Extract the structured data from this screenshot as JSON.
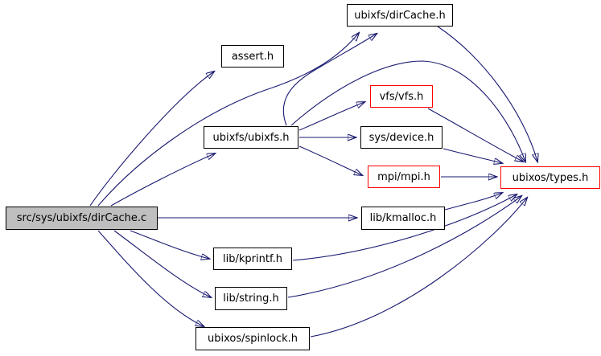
{
  "diagram": {
    "type": "include-dependency-graph",
    "description": "Doxygen include graph for src/sys/ubixfs/dirCache.c",
    "colors": {
      "edge": "#191970",
      "node_border": "#000000",
      "truncated_node_border": "#ff0000",
      "root_fill": "#bfbfbf",
      "node_fill": "#ffffff",
      "background": "#ffffff",
      "text": "#000000"
    },
    "nodes": {
      "dircache_c": {
        "label": "src/sys/ubixfs/dirCache.c",
        "style": "root"
      },
      "dircache_h": {
        "label": "ubixfs/dirCache.h",
        "style": "default"
      },
      "assert_h": {
        "label": "assert.h",
        "style": "default"
      },
      "vfs_h": {
        "label": "vfs/vfs.h",
        "style": "truncated"
      },
      "ubixfs_h": {
        "label": "ubixfs/ubixfs.h",
        "style": "default"
      },
      "device_h": {
        "label": "sys/device.h",
        "style": "default"
      },
      "mpi_h": {
        "label": "mpi/mpi.h",
        "style": "truncated"
      },
      "types_h": {
        "label": "ubixos/types.h",
        "style": "truncated"
      },
      "kmalloc_h": {
        "label": "lib/kmalloc.h",
        "style": "default"
      },
      "kprintf_h": {
        "label": "lib/kprintf.h",
        "style": "default"
      },
      "string_h": {
        "label": "lib/string.h",
        "style": "default"
      },
      "spinlock_h": {
        "label": "ubixos/spinlock.h",
        "style": "default"
      }
    },
    "edges": [
      {
        "from": "src/sys/ubixfs/dirCache.c",
        "to": "assert.h"
      },
      {
        "from": "src/sys/ubixfs/dirCache.c",
        "to": "ubixfs/dirCache.h"
      },
      {
        "from": "src/sys/ubixfs/dirCache.c",
        "to": "ubixfs/ubixfs.h"
      },
      {
        "from": "src/sys/ubixfs/dirCache.c",
        "to": "lib/kmalloc.h"
      },
      {
        "from": "src/sys/ubixfs/dirCache.c",
        "to": "lib/kprintf.h"
      },
      {
        "from": "src/sys/ubixfs/dirCache.c",
        "to": "lib/string.h"
      },
      {
        "from": "src/sys/ubixfs/dirCache.c",
        "to": "ubixos/spinlock.h"
      },
      {
        "from": "ubixfs/ubixfs.h",
        "to": "ubixfs/dirCache.h"
      },
      {
        "from": "ubixfs/ubixfs.h",
        "to": "vfs/vfs.h"
      },
      {
        "from": "ubixfs/ubixfs.h",
        "to": "sys/device.h"
      },
      {
        "from": "ubixfs/ubixfs.h",
        "to": "mpi/mpi.h"
      },
      {
        "from": "ubixfs/ubixfs.h",
        "to": "ubixos/types.h"
      },
      {
        "from": "ubixfs/dirCache.h",
        "to": "ubixos/types.h"
      },
      {
        "from": "vfs/vfs.h",
        "to": "ubixos/types.h"
      },
      {
        "from": "sys/device.h",
        "to": "ubixos/types.h"
      },
      {
        "from": "mpi/mpi.h",
        "to": "ubixos/types.h"
      },
      {
        "from": "lib/kmalloc.h",
        "to": "ubixos/types.h"
      },
      {
        "from": "lib/kprintf.h",
        "to": "ubixos/types.h"
      },
      {
        "from": "lib/string.h",
        "to": "ubixos/types.h"
      },
      {
        "from": "ubixos/spinlock.h",
        "to": "ubixos/types.h"
      }
    ]
  }
}
